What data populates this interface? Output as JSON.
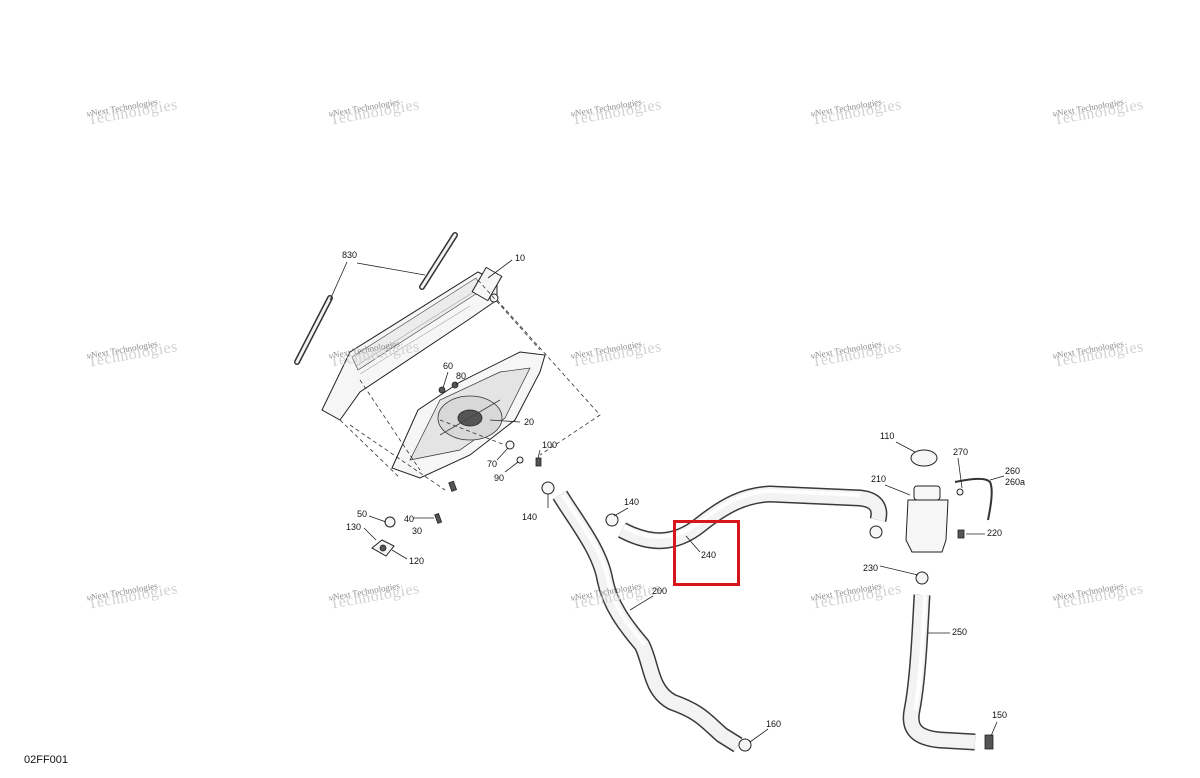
{
  "diagram_code": "02FF001",
  "callouts": [
    {
      "id": "c830",
      "label": "830"
    },
    {
      "id": "c10",
      "label": "10"
    },
    {
      "id": "c60",
      "label": "60"
    },
    {
      "id": "c80",
      "label": "80"
    },
    {
      "id": "c20",
      "label": "20"
    },
    {
      "id": "c100",
      "label": "100"
    },
    {
      "id": "c70",
      "label": "70"
    },
    {
      "id": "c90",
      "label": "90"
    },
    {
      "id": "c50",
      "label": "50"
    },
    {
      "id": "c40",
      "label": "40"
    },
    {
      "id": "c130",
      "label": "130"
    },
    {
      "id": "c30",
      "label": "30"
    },
    {
      "id": "c120",
      "label": "120"
    },
    {
      "id": "c140a",
      "label": "140"
    },
    {
      "id": "c140b",
      "label": "140"
    },
    {
      "id": "c240",
      "label": "240"
    },
    {
      "id": "c200",
      "label": "200"
    },
    {
      "id": "c160",
      "label": "160"
    },
    {
      "id": "c110",
      "label": "110"
    },
    {
      "id": "c270",
      "label": "270"
    },
    {
      "id": "c260",
      "label": "260"
    },
    {
      "id": "c260a",
      "label": "260a"
    },
    {
      "id": "c210",
      "label": "210"
    },
    {
      "id": "c220",
      "label": "220"
    },
    {
      "id": "c230",
      "label": "230"
    },
    {
      "id": "c250",
      "label": "250"
    },
    {
      "id": "c150",
      "label": "150"
    }
  ],
  "watermark": {
    "line1": "vNext Technologies",
    "line2": "Technologies"
  },
  "highlight": {
    "callout": "240",
    "color": "#d9151c"
  }
}
